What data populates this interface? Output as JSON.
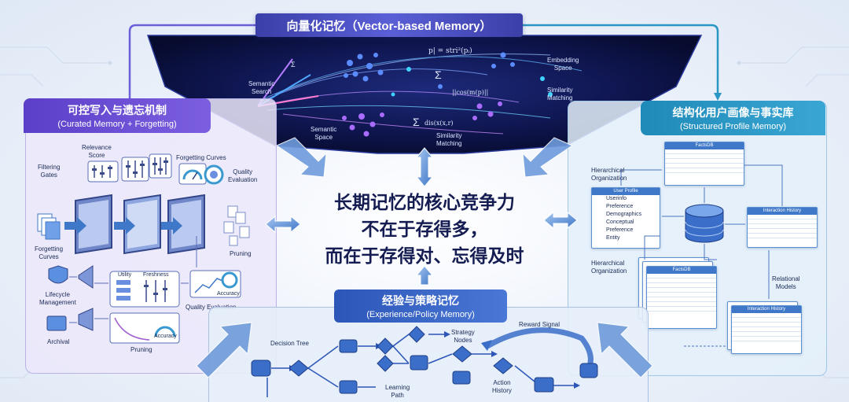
{
  "center": {
    "line1": "长期记忆的核心竞争力",
    "line2": "不在于存得多，",
    "line3": "而在于存得对、忘得及时"
  },
  "top": {
    "title": "向量化记忆（Vector-based Memory）",
    "labels": {
      "semantic_search": "Semantic\nSearch",
      "semantic_space": "Semantic\nSpace",
      "embedding_space": "Embedding\nSpace",
      "similarity_matching_1": "Similarity\nMatching",
      "similarity_matching_2": "Similarity\nMatching",
      "formula_1": "p| = stri²(pᵢ)",
      "formula_2": "||cos(m(p)||",
      "formula_3": "dis(x(x,r)"
    }
  },
  "left": {
    "title_cn": "可控写入与遗忘机制",
    "title_en": "(Curated Memory + Forgetting)",
    "labels": {
      "relevance_score": "Relevance\nScore",
      "filtering_gates": "Filtering\nGates",
      "forgetting_curves_top": "Forgetting Curves",
      "quality_evaluation_top": "Quality\nEvaluation",
      "forgetting_curves": "Forgetting\nCurves",
      "pruning_top": "Pruning",
      "lifecycle_management": "Lifecycle\nManagement",
      "utility": "Utility",
      "freshness": "Freshness",
      "accuracy_1": "Accuracy",
      "quality_evaluation": "Quality Evaluation",
      "archival": "Archival",
      "accuracy_2": "Accuracy",
      "pruning": "Pruning"
    }
  },
  "right": {
    "title_cn": "结构化用户画像与事实库",
    "title_en": "(Structured Profile Memory)",
    "labels": {
      "factsdb_top": "FactsDB",
      "hierarchical_org_1": "Hierarchical\nOrganization",
      "user_profile": "User Profile",
      "interaction_history_1": "Interaction History",
      "hierarchical_org_2": "Hierarchical\nOrganization",
      "factsdb_bottom": "FactsDB",
      "relational_models": "Relational\nModels",
      "interaction_history_2": "Interaction History"
    },
    "user_profile_rows": [
      "Userinfo",
      "Preference",
      "Demographics",
      "Conceptual",
      "Preference",
      "Entity"
    ]
  },
  "bottom": {
    "title_cn": "经验与策略记忆",
    "title_en": "(Experience/Policy Memory)",
    "labels": {
      "decision_tree": "Decision Tree",
      "reward_signal": "Reward Signal",
      "strategy_nodes": "Strategy\nNodes",
      "learning_path": "Learning\nPath",
      "action_history": "Action\nHistory"
    }
  },
  "colors": {
    "dark_panel": "#0d1240",
    "left_accent": "#6a4fd8",
    "right_accent": "#2a96c4",
    "bottom_accent": "#3a66c8",
    "arrow": "#4a86d8"
  }
}
